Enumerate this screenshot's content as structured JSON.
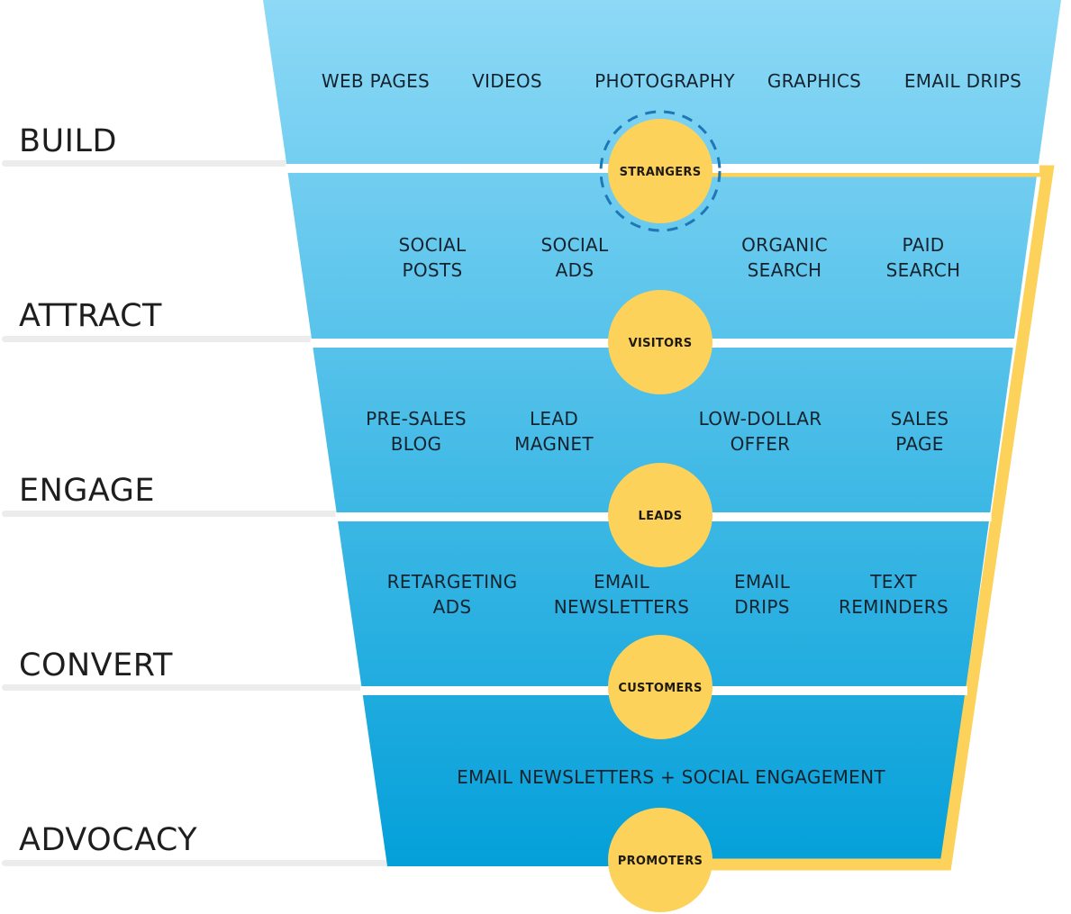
{
  "diagram": {
    "title": "Marketing Funnel",
    "colors": {
      "funnel_top": "#8dd9f6",
      "funnel_bottom": "#04a0d9",
      "circle_fill": "#fcd25a",
      "flow_line": "#fcd25a",
      "dashed_ring": "#1f78b4",
      "separator": "#ffffff",
      "label_underline": "#ececec",
      "stage_text": "#1e1e1e",
      "tactic_text": "#14232e"
    },
    "stages": [
      {
        "name": "BUILD",
        "audience": "STRANGERS",
        "highlighted": true,
        "tactics": [
          {
            "lines": [
              "WEB PAGES"
            ]
          },
          {
            "lines": [
              "VIDEOS"
            ]
          },
          {
            "lines": [
              "PHOTOGRAPHY"
            ]
          },
          {
            "lines": [
              "GRAPHICS"
            ]
          },
          {
            "lines": [
              "EMAIL DRIPS"
            ]
          }
        ]
      },
      {
        "name": "ATTRACT",
        "audience": "VISITORS",
        "highlighted": false,
        "tactics": [
          {
            "lines": [
              "SOCIAL",
              "POSTS"
            ]
          },
          {
            "lines": [
              "SOCIAL",
              "ADS"
            ]
          },
          {
            "lines": [
              "ORGANIC",
              "SEARCH"
            ]
          },
          {
            "lines": [
              "PAID",
              "SEARCH"
            ]
          }
        ]
      },
      {
        "name": "ENGAGE",
        "audience": "LEADS",
        "highlighted": false,
        "tactics": [
          {
            "lines": [
              "PRE-SALES",
              "BLOG"
            ]
          },
          {
            "lines": [
              "LEAD",
              "MAGNET"
            ]
          },
          {
            "lines": [
              "LOW-DOLLAR",
              "OFFER"
            ]
          },
          {
            "lines": [
              "SALES",
              "PAGE"
            ]
          }
        ]
      },
      {
        "name": "CONVERT",
        "audience": "CUSTOMERS",
        "highlighted": false,
        "tactics": [
          {
            "lines": [
              "RETARGETING",
              "ADS"
            ]
          },
          {
            "lines": [
              "EMAIL",
              "NEWSLETTERS"
            ]
          },
          {
            "lines": [
              "EMAIL",
              "DRIPS"
            ]
          },
          {
            "lines": [
              "TEXT",
              "REMINDERS"
            ]
          }
        ]
      },
      {
        "name": "ADVOCACY",
        "audience": "PROMOTERS",
        "highlighted": false,
        "tactics": [
          {
            "lines": [
              "EMAIL NEWSLETTERS + SOCIAL ENGAGEMENT"
            ]
          }
        ]
      }
    ]
  }
}
